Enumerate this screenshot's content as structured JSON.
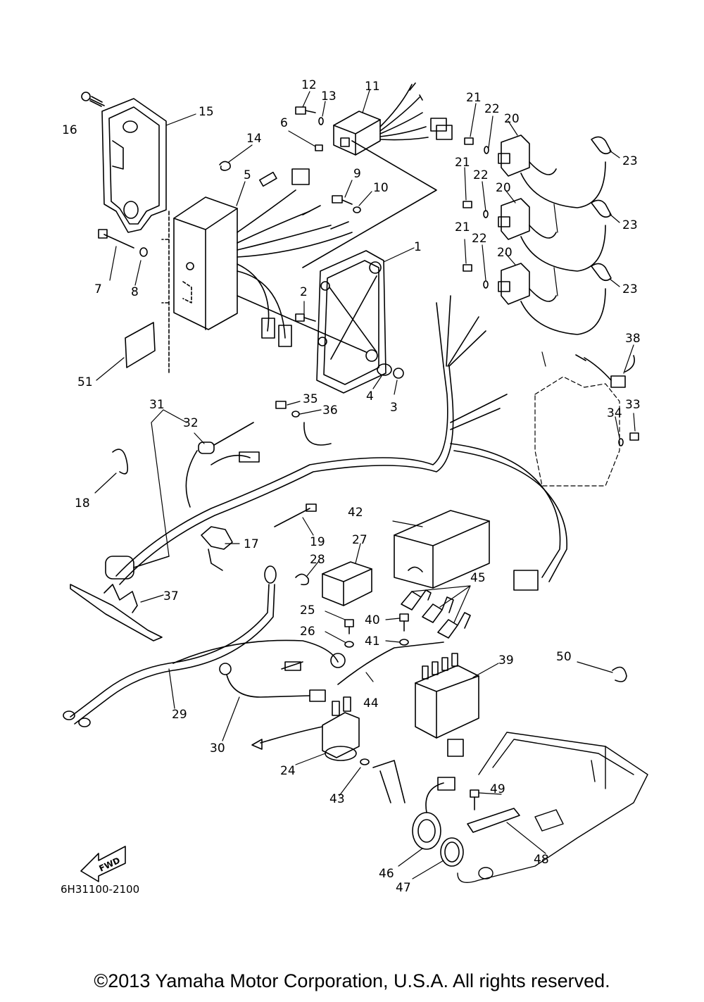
{
  "labels": [
    "1",
    "2",
    "3",
    "4",
    "5",
    "6",
    "7",
    "8",
    "9",
    "10",
    "11",
    "12",
    "13",
    "14",
    "15",
    "16",
    "17",
    "18",
    "19",
    "20",
    "20",
    "20",
    "21",
    "21",
    "21",
    "22",
    "22",
    "22",
    "23",
    "23",
    "23",
    "24",
    "25",
    "26",
    "27",
    "28",
    "29",
    "30",
    "31",
    "32",
    "33",
    "34",
    "35",
    "36",
    "37",
    "38",
    "39",
    "40",
    "41",
    "42",
    "43",
    "44",
    "45",
    "46",
    "47",
    "48",
    "49",
    "50",
    "51"
  ],
  "fwd_badge": "FWD",
  "reference_code": "6H31100-2100",
  "copyright": "©2013 Yamaha Motor Corporation, U.S.A. All rights reserved.",
  "colors": {
    "line": "#000000",
    "background": "#ffffff"
  }
}
